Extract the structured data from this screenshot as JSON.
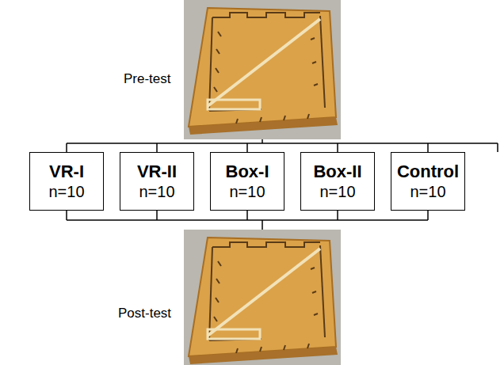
{
  "diagram": {
    "nodes": [
      {
        "text": [
          "VR-I",
          "n=10"
        ]
      },
      {
        "text": [
          "VR-II",
          "n=10"
        ]
      },
      {
        "text": [
          "Box-I",
          "n=10"
        ]
      },
      {
        "text": [
          "Box-II",
          "n=10"
        ]
      },
      {
        "text": [
          "Control",
          "n=10"
        ]
      }
    ],
    "labels": [
      "Pre-test",
      "Post-test"
    ]
  }
}
